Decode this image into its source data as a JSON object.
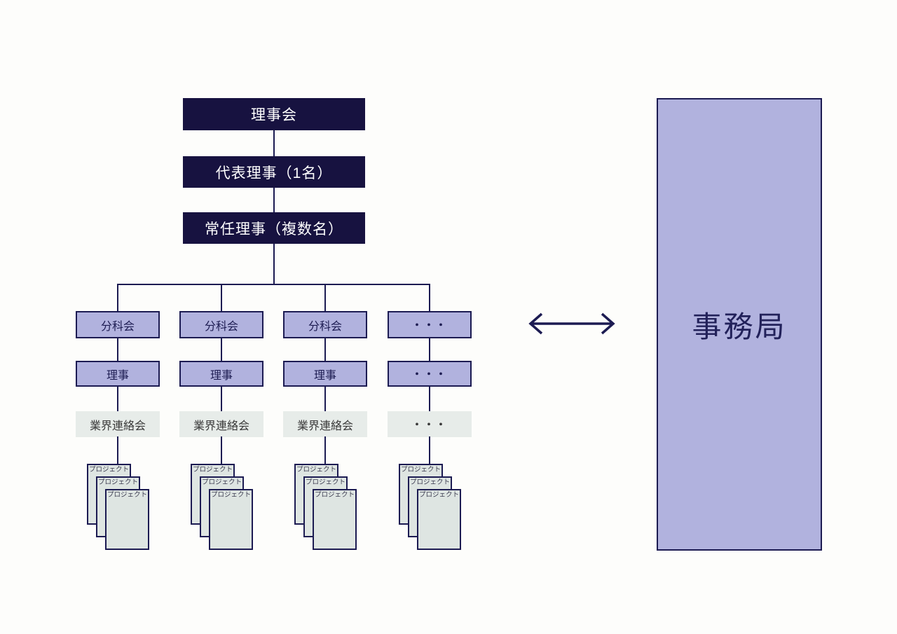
{
  "page": {
    "background_color": "#fdfdfb"
  },
  "colors": {
    "dark_navy_fill": "#171240",
    "light_purple_fill": "#b1b2de",
    "navy_border": "#1c1b52",
    "gray_fill": "#e7ece9",
    "sheet_fill": "#dee5e2",
    "white_text": "#ffffff"
  },
  "chart": {
    "top_chain": [
      {
        "label": "理事会"
      },
      {
        "label": "代表理事（1名）"
      },
      {
        "label": "常任理事（複数名）"
      }
    ],
    "columns": [
      {
        "subcommittee": "分科会",
        "director": "理事",
        "liaison": "業界連絡会",
        "projects": [
          "プロジェクト",
          "プロジェクト",
          "プロジェクト"
        ]
      },
      {
        "subcommittee": "分科会",
        "director": "理事",
        "liaison": "業界連絡会",
        "projects": [
          "プロジェクト",
          "プロジェクト",
          "プロジェクト"
        ]
      },
      {
        "subcommittee": "分科会",
        "director": "理事",
        "liaison": "業界連絡会",
        "projects": [
          "プロジェクト",
          "プロジェクト",
          "プロジェクト"
        ]
      },
      {
        "subcommittee": "・・・",
        "director": "・・・",
        "liaison": "・・・",
        "projects": [
          "プロジェクト",
          "プロジェクト",
          "プロジェクト"
        ]
      }
    ],
    "secretariat_label": "事務局",
    "relation_icon": "double-headed-arrow"
  }
}
